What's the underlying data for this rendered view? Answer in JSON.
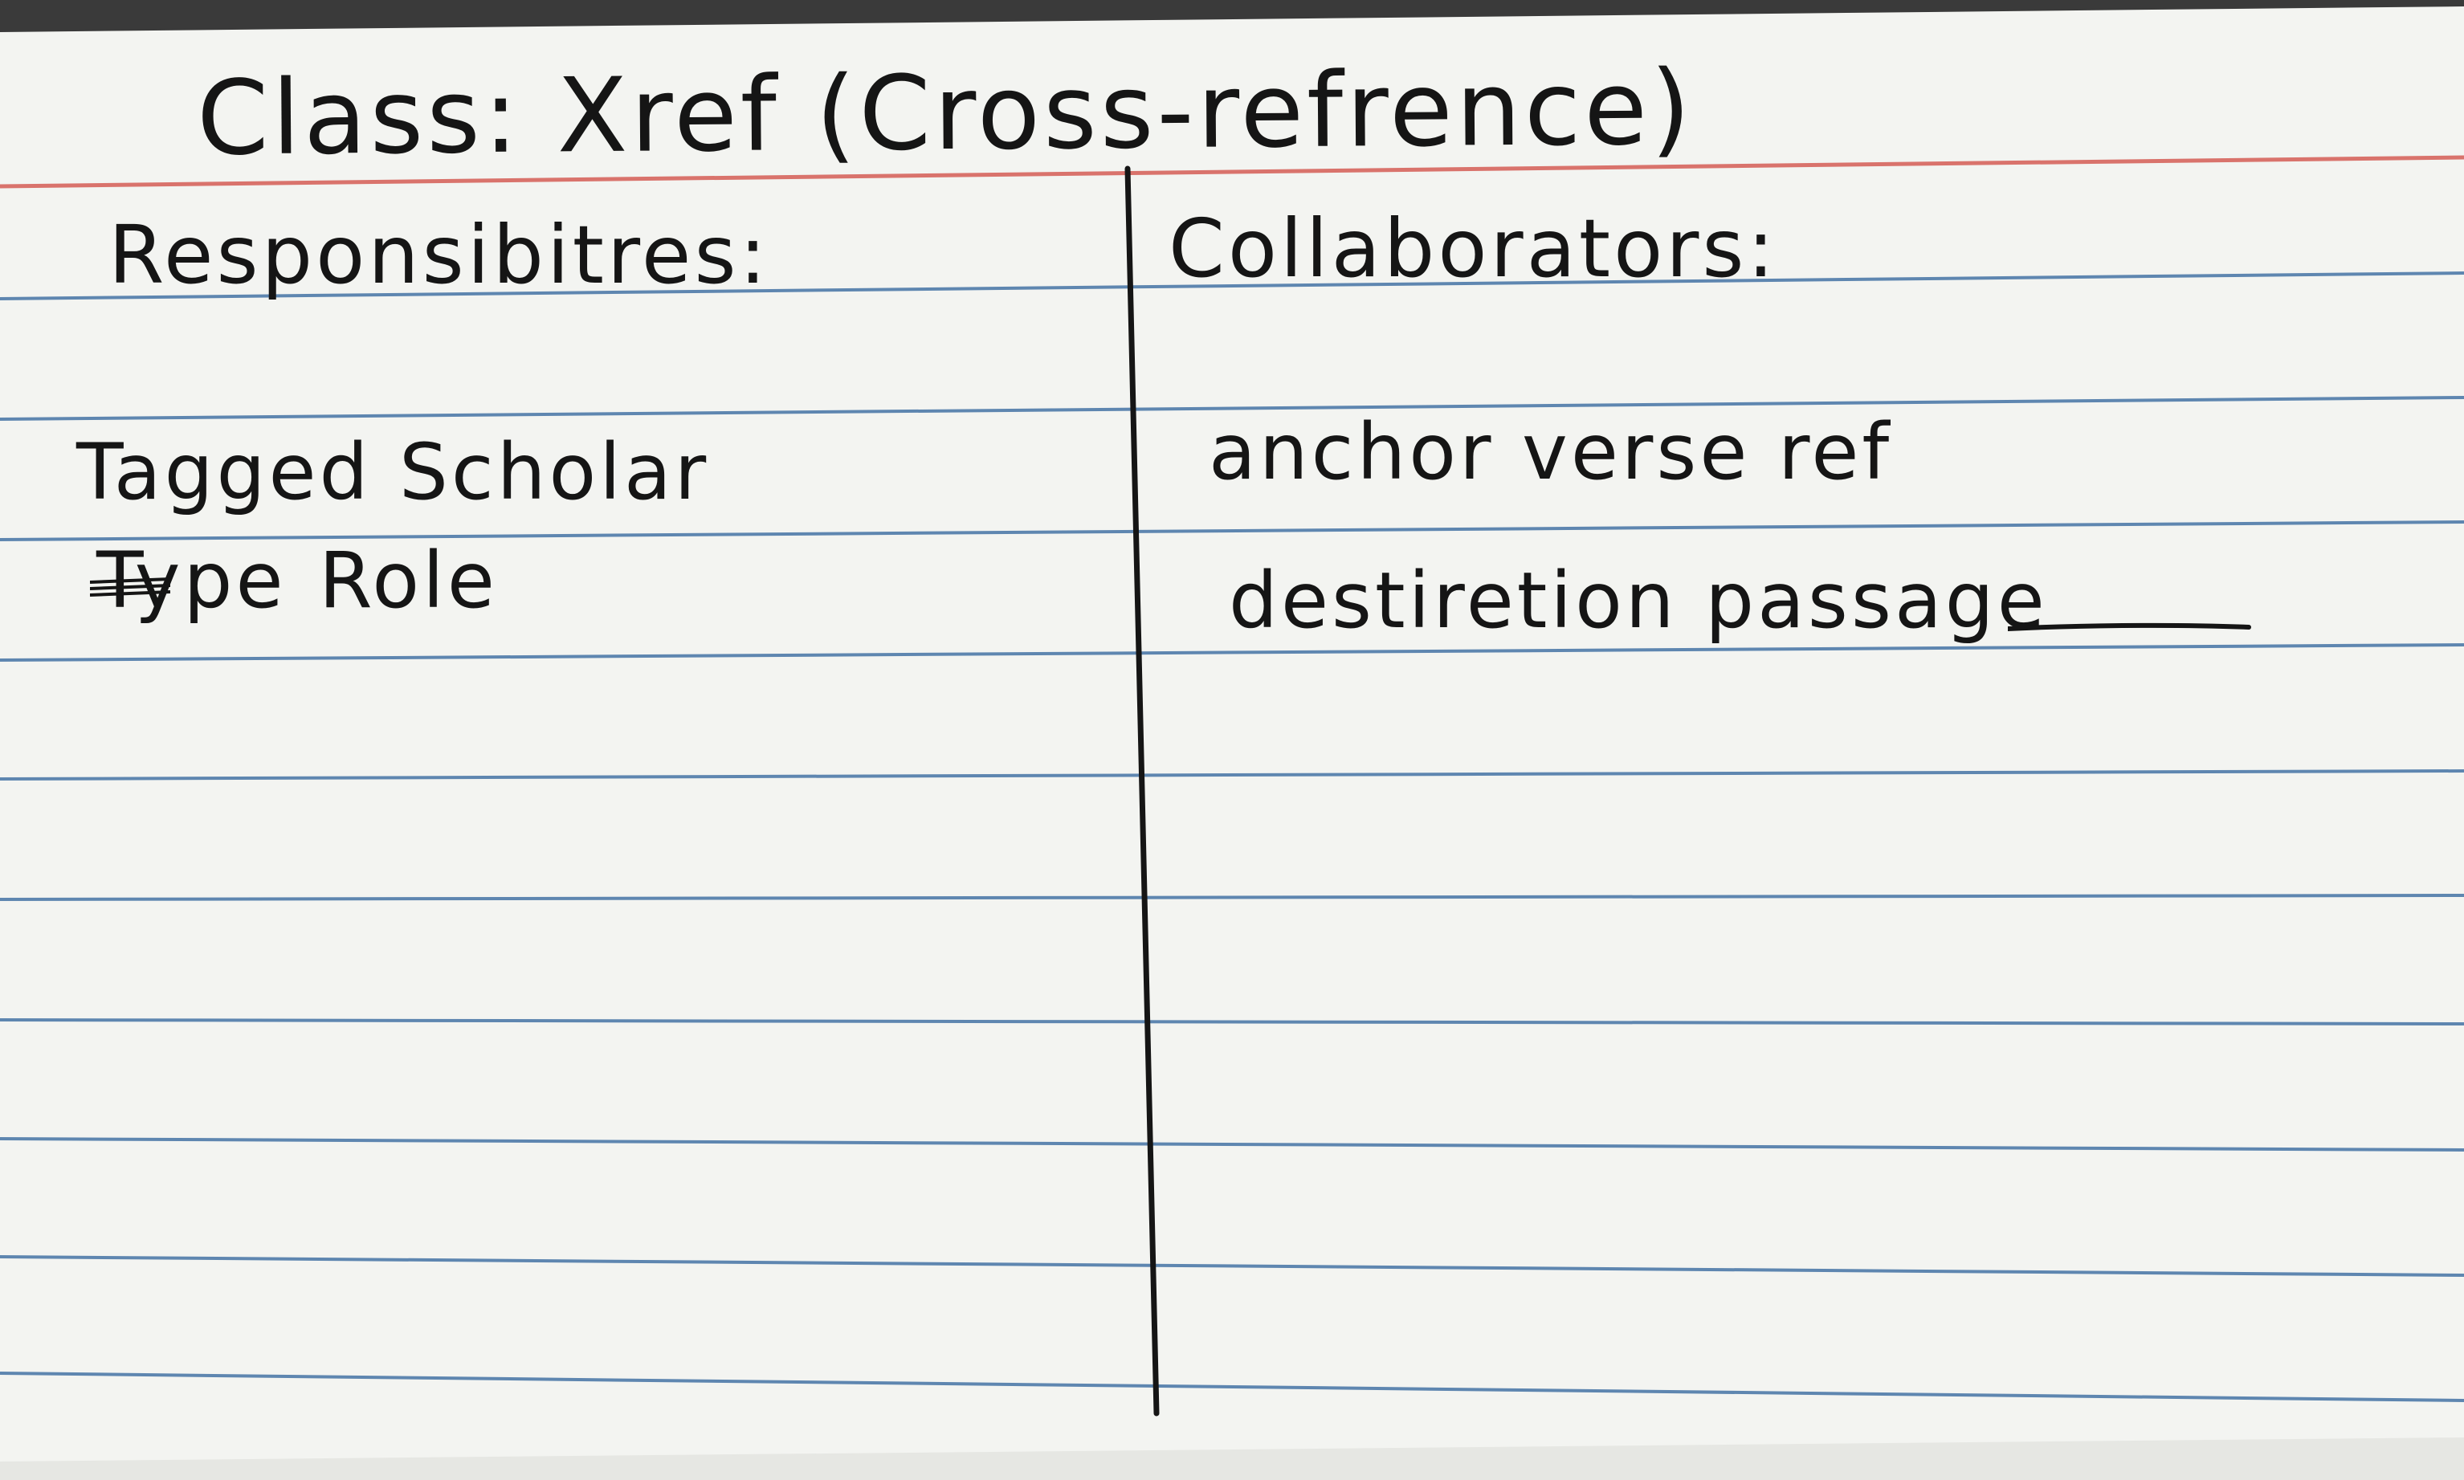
{
  "card": {
    "title": "Class: Xref (Cross-refrence)",
    "left_column": {
      "heading": "Responsibitres:",
      "items": [
        "Tagged Scholar",
        "Role"
      ],
      "struck_word": "Type"
    },
    "right_column": {
      "heading": "Collaborators:",
      "items": [
        "anchor verse ref",
        "destiretion passage"
      ]
    }
  },
  "colors": {
    "card_paper": "#f3f4f1",
    "header_rule_red": "#d9736c",
    "ruled_line_blue": "#5e86b0",
    "ink": "#151515",
    "background": "#3a3a3a"
  }
}
